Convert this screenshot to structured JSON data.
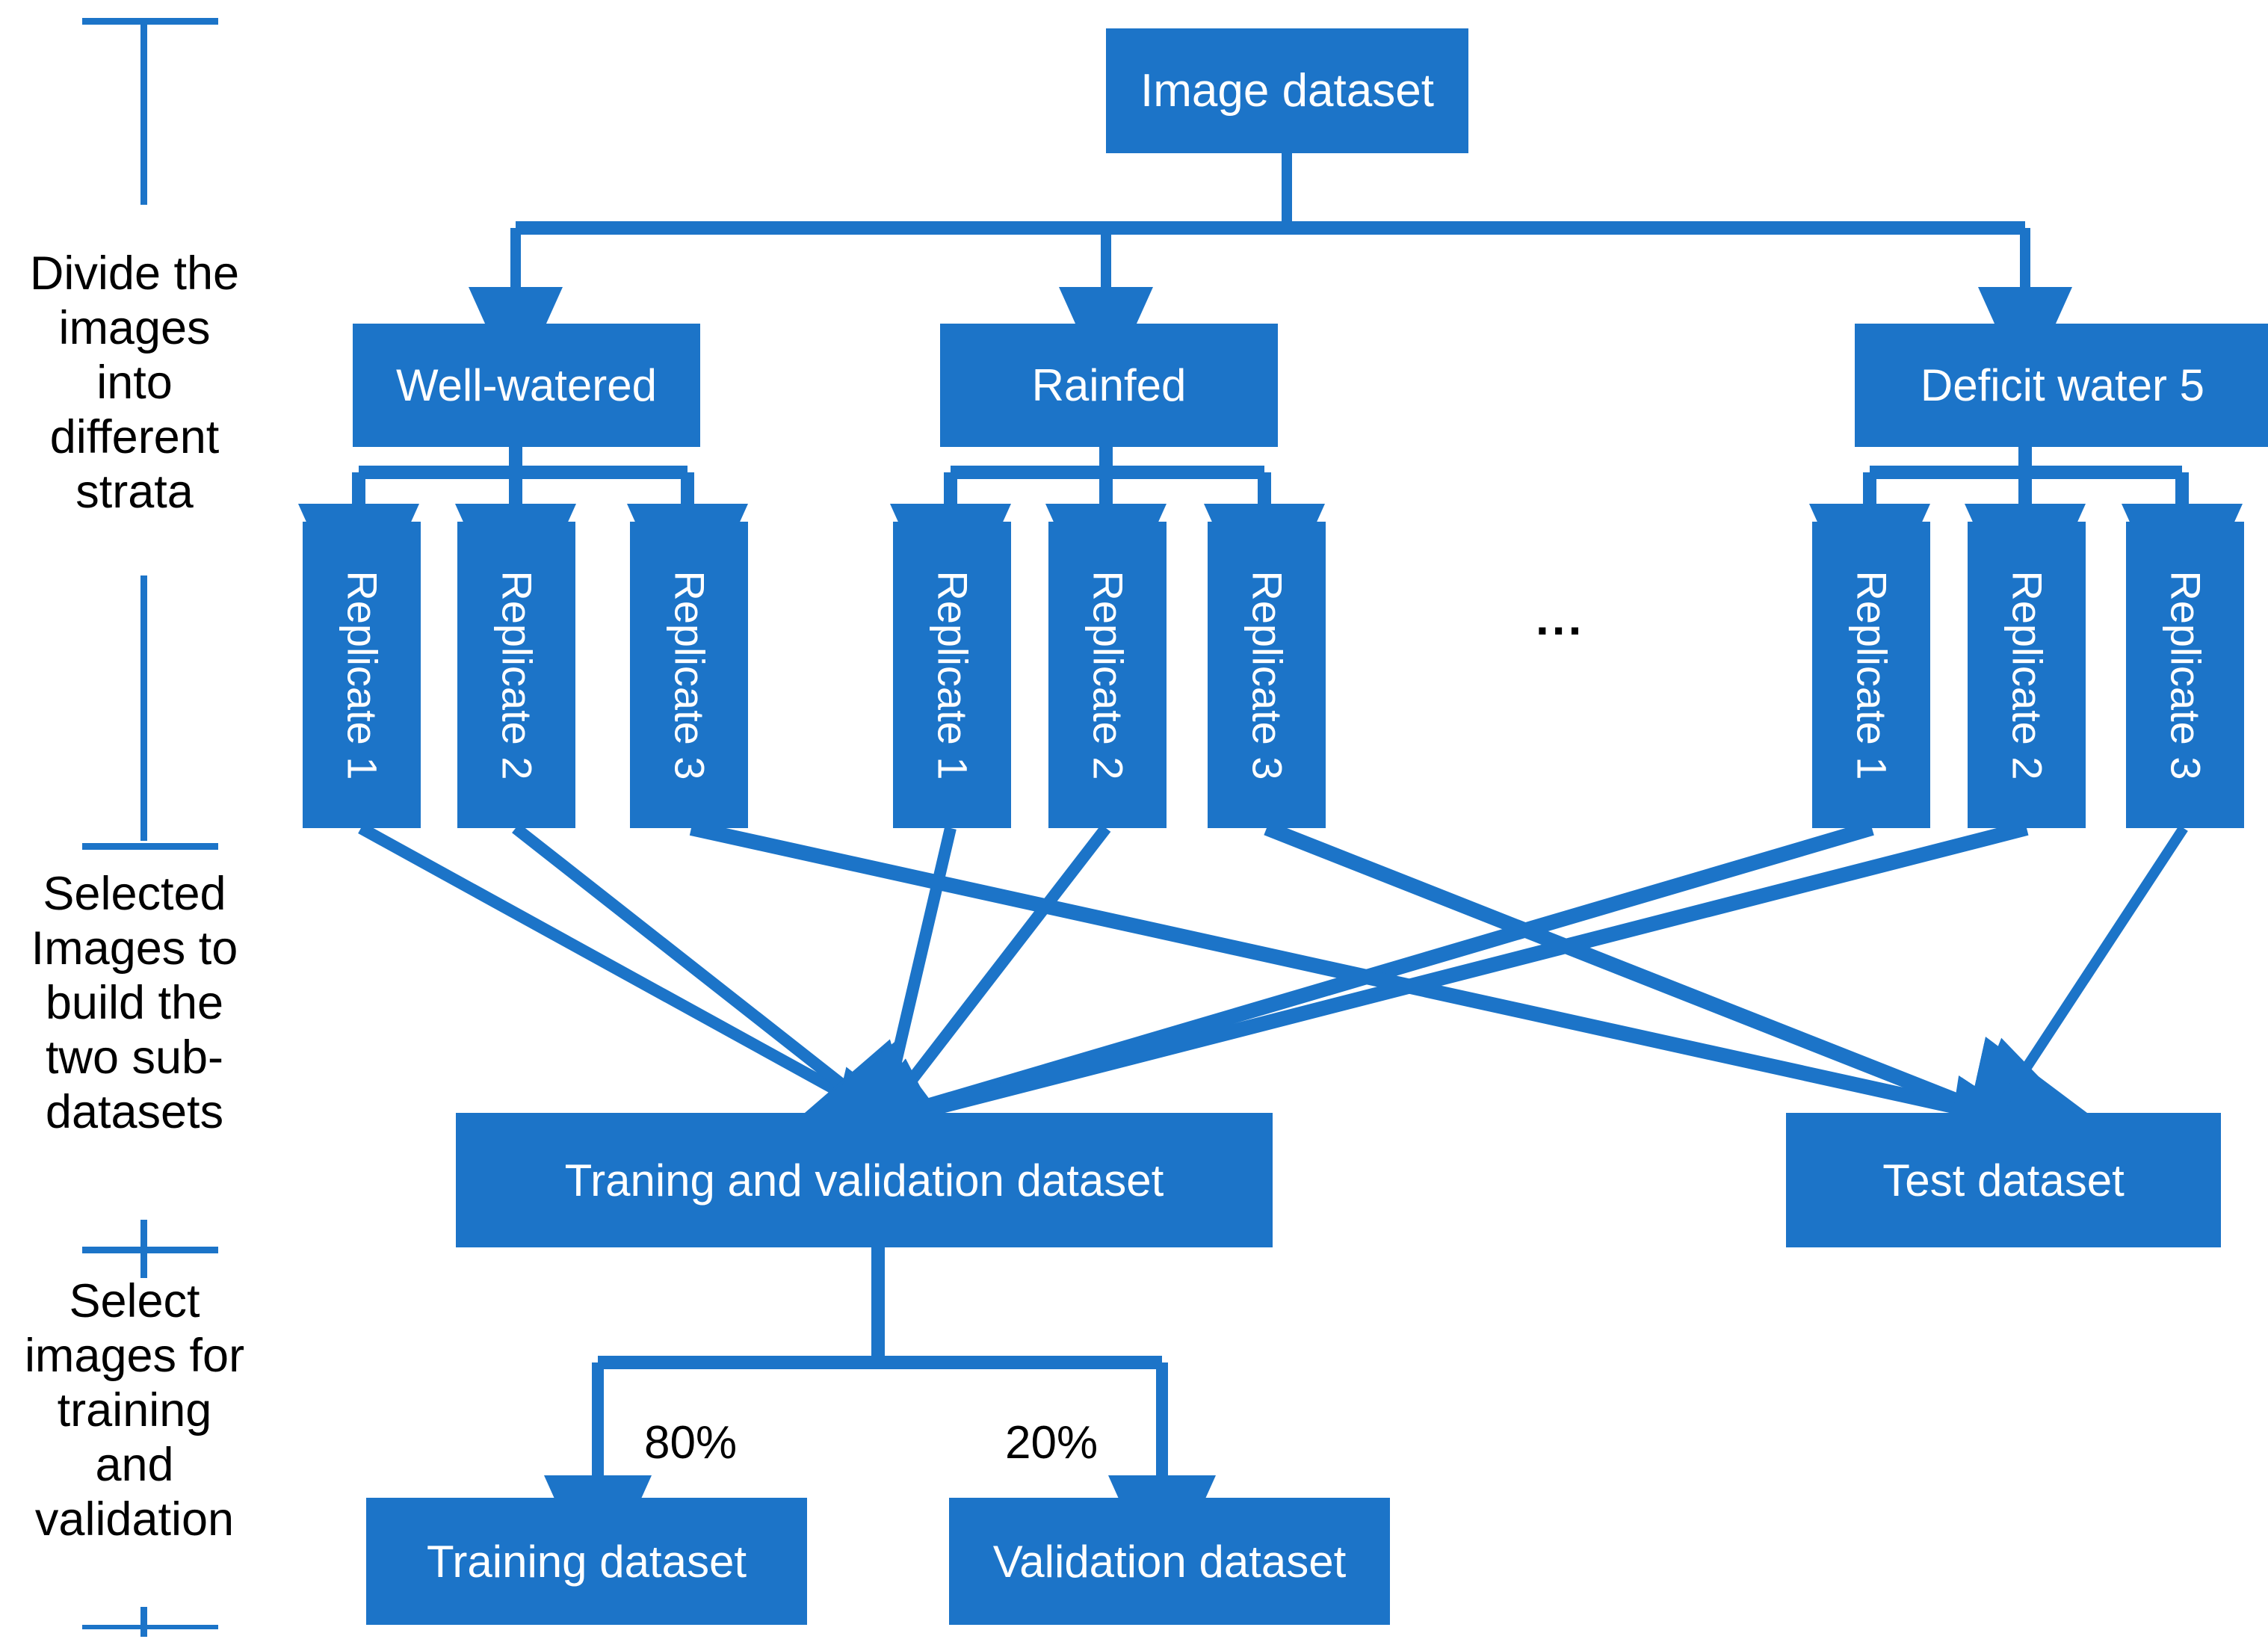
{
  "theme": {
    "accent": "#1C74C8",
    "box_text": "#ffffff",
    "label_text": "#000000",
    "background": "#ffffff"
  },
  "legend": {
    "steps": [
      {
        "id": "divide",
        "label": "Divide the images into different strata"
      },
      {
        "id": "select",
        "label": "Selected Images to build the two sub-datasets"
      },
      {
        "id": "split",
        "label": "Select images for training and validation"
      }
    ]
  },
  "flow": {
    "root": {
      "label": "Image dataset"
    },
    "strata": [
      {
        "id": "well-watered",
        "label": "Well-watered"
      },
      {
        "id": "rainfed",
        "label": "Rainfed"
      },
      {
        "id": "deficit-water-5",
        "label": "Deficit water 5"
      }
    ],
    "ellipsis": "...",
    "replicates": {
      "well-watered": [
        "Replicate 1",
        "Replicate 2",
        "Replicate 3"
      ],
      "rainfed": [
        "Replicate 1",
        "Replicate 2",
        "Replicate 3"
      ],
      "deficit-water-5": [
        "Replicate 1",
        "Replicate 2",
        "Replicate 3"
      ]
    },
    "subdatasets": [
      {
        "id": "train-val",
        "label": "Traning and validation dataset"
      },
      {
        "id": "test",
        "label": "Test dataset"
      }
    ],
    "split": {
      "train_pct": "80%",
      "val_pct": "20%",
      "outputs": [
        {
          "id": "training",
          "label": "Training dataset"
        },
        {
          "id": "validation",
          "label": "Validation dataset"
        }
      ]
    }
  }
}
